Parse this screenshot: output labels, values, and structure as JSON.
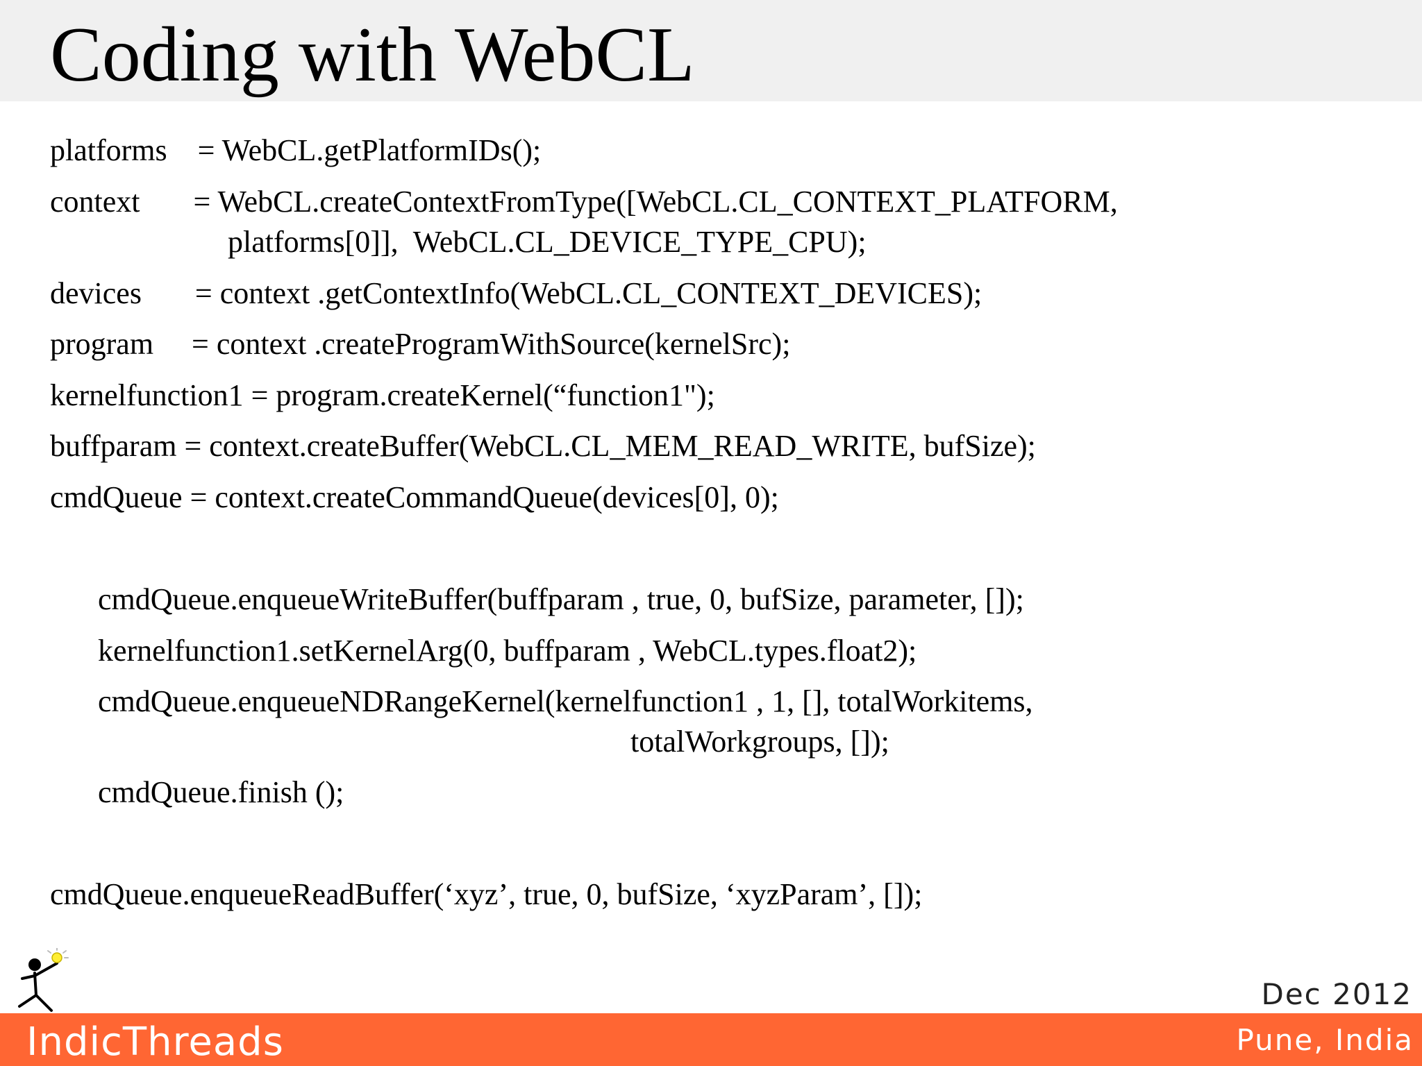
{
  "slide": {
    "title": "Coding with WebCL",
    "code_lines": [
      "platforms    = WebCL.getPlatformIDs();",
      "context       = WebCL.createContextFromType([WebCL.CL_CONTEXT_PLATFORM,",
      "platforms[0]],  WebCL.CL_DEVICE_TYPE_CPU);",
      "devices       = context .getContextInfo(WebCL.CL_CONTEXT_DEVICES);",
      "program     = context .createProgramWithSource(kernelSrc);",
      "kernelfunction1 = program.createKernel(“function1\");",
      "buffparam = context.createBuffer(WebCL.CL_MEM_READ_WRITE, bufSize);",
      "cmdQueue = context.createCommandQueue(devices[0], 0);",
      "cmdQueue.enqueueWriteBuffer(buffparam , true, 0, bufSize, parameter, []);",
      "kernelfunction1.setKernelArg(0, buffparam , WebCL.types.float2);",
      "cmdQueue.enqueueNDRangeKernel(kernelfunction1 , 1, [], totalWorkitems,",
      "totalWorkgroups, []);",
      "cmdQueue.finish ();",
      "cmdQueue.enqueueReadBuffer(‘xyz’, true, 0, bufSize, ‘xyzParam’, []);"
    ]
  },
  "footer": {
    "brand": "IndicThreads",
    "date": "Dec 2012",
    "location": "Pune, India"
  },
  "colors": {
    "footer_bar": "#ff6633",
    "header_bar": "#f0f0f0"
  },
  "icons": {
    "logo": "stick-figure-lightbulb-icon"
  }
}
